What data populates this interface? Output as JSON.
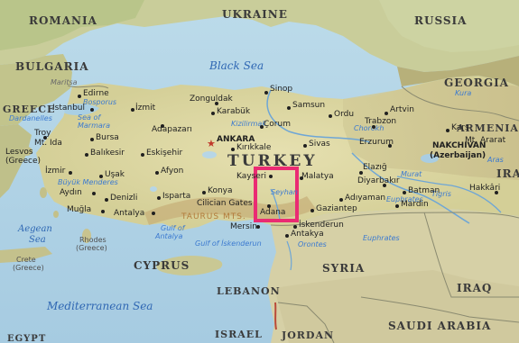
{
  "countries": {
    "romania": "ROMANIA",
    "ukraine": "UKRAINE",
    "russia": "RUSSIA",
    "bulgaria": "BULGARIA",
    "georgia": "GEORGIA",
    "greece": "GREECE",
    "armenia": "ARMENIA",
    "nakchivan": "NAKCHIVAN",
    "nakchivan_sub": "(Azerbaijan)",
    "iran": "IRA",
    "turkey": "TURKEY",
    "cyprus": "CYPRUS",
    "syria": "SYRIA",
    "iraq": "IRAQ",
    "lebanon": "LEBANON",
    "israel": "ISRAEL",
    "jordan": "JORDAN",
    "saudi": "SAUDI ARABIA",
    "egypt": "EGYPT"
  },
  "water": {
    "black_sea": "Black Sea",
    "aegean_1": "Aegean",
    "aegean_2": "Sea",
    "mediterranean": "Mediterranean Sea",
    "bosporus": "Bosporus",
    "sea_of_marmara_1": "Sea of",
    "sea_of_marmara_2": "Marmara",
    "dardanelles": "Dardanelles",
    "gulf_antalya_1": "Gulf of",
    "gulf_antalya_2": "Antalya",
    "gulf_iskenderun": "Gulf of İskenderun",
    "euphrates": "Euphrates",
    "euphrates_2": "Euphrates",
    "orontes": "Orontes",
    "kura": "Kura",
    "kizilirmak": "Kizilirmak",
    "seyhan": "Seyhan",
    "murat": "Murat",
    "tigris": "Tigris",
    "aras": "Aras",
    "chorokh": "Chorokh"
  },
  "regions": {
    "maritsa": "Maritsa",
    "buyuk_menderes": "Büyük Menderes"
  },
  "mountains": {
    "taurus": "TAURUS MTS.",
    "mt_ida_1": "Mt. Ida",
    "mt_ararat_1": "Mt. Ararat"
  },
  "cities": {
    "edirne": "Edirne",
    "istanbul": "Istanbul",
    "izmit": "İzmit",
    "zonguldak": "Zonguldak",
    "karabuk": "Karabük",
    "sinop": "Sinop",
    "samsun": "Samsun",
    "ordu": "Ordu",
    "artvin": "Artvin",
    "trabzon": "Trabzon",
    "kars": "Kars",
    "adapazari": "Adapazarı",
    "corum": "Çorum",
    "ankara": "ANKARA",
    "kirikkale": "Kırıkkale",
    "sivas": "Sivas",
    "erzurum": "Erzurum",
    "troy": "Troy",
    "bursa": "Bursa",
    "balikesir": "Balıkesir",
    "eskisehir": "Eskişehir",
    "lesvos_1": "Lesvos",
    "lesvos_2": "(Greece)",
    "izmir": "İzmir",
    "usak": "Uşak",
    "afyon": "Afyon",
    "kayseri": "Kayseri",
    "malatya": "Malatya",
    "elazig": "Elazığ",
    "diyarbakir": "Diyarbakır",
    "batman": "Batman",
    "hakkari": "Hakkâri",
    "aydin": "Aydın",
    "denizli": "Denizli",
    "konya": "Konya",
    "cilician_1": "Cilician Gates",
    "adana": "Adana",
    "adiyaman": "Adıyaman",
    "gaziantep": "Gaziantep",
    "mardin": "Mardin",
    "mugla": "Muğla",
    "antalya": "Antalya",
    "isparta": "Isparta",
    "mersin": "Mersin",
    "iskenderun": "İskenderun",
    "antakya": "Antakya",
    "rhodes_1": "Rhodes",
    "rhodes_2": "(Greece)",
    "crete_1": "Crete",
    "crete_2": "(Greece)"
  },
  "colors": {
    "sea": "#a9cfe4",
    "land": "#d9d6a4",
    "highlight": "#ea2b73",
    "capital": "#c0392b"
  }
}
